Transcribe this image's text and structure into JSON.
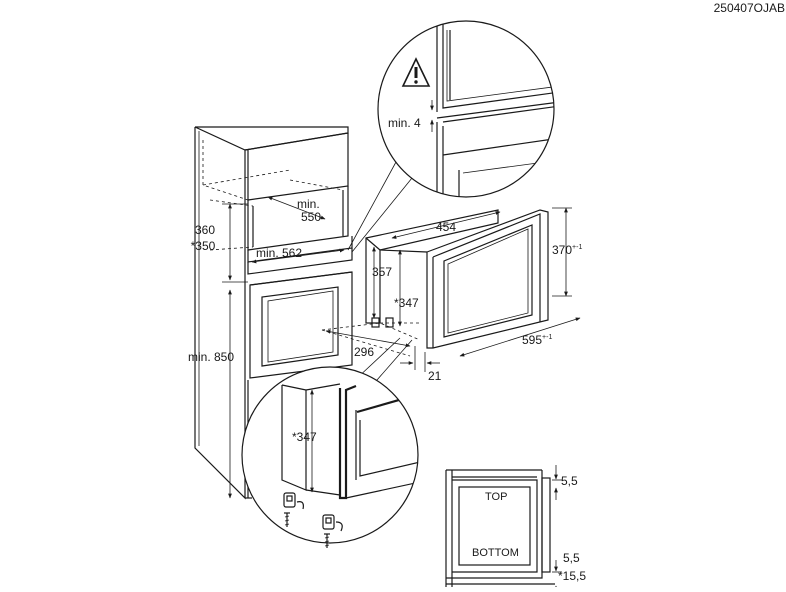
{
  "drawing_code": "250407OJAB",
  "dimensions": {
    "niche_depth_min": "min.\n550",
    "niche_width_min": "min. 562",
    "niche_height": "360",
    "niche_height_alt": "*350",
    "cabinet_height_min": "min. 850",
    "gap_min": "min. 4",
    "oven_width_inner": "454",
    "oven_height": "357",
    "oven_height_alt": "*347",
    "oven_front_height": "370",
    "oven_front_height_tol": "+-1",
    "oven_depth": "296",
    "oven_front_offset": "21",
    "oven_front_width": "595",
    "oven_front_width_tol": "+-1",
    "detail_height_alt": "*347",
    "rail_top": "5,5",
    "rail_bottom": "5,5",
    "rail_bottom_alt": "*15,5"
  },
  "labels": {
    "top": "TOP",
    "bottom": "BOTTOM"
  },
  "icons": {
    "warning": "warning-triangle-icon"
  }
}
